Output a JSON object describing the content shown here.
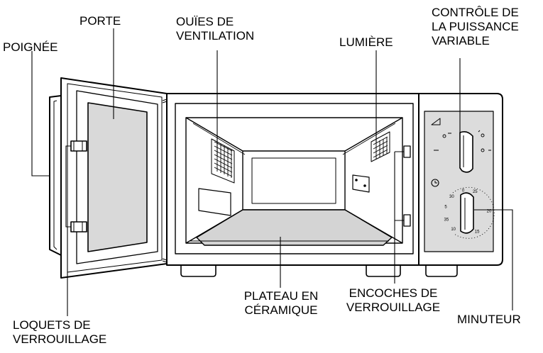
{
  "labels": {
    "porte": [
      "PORTE"
    ],
    "poignee": [
      "POIGNÉE"
    ],
    "ouies": [
      "OUÏES DE",
      "VENTILATION"
    ],
    "lumiere": [
      "LUMIÈRE"
    ],
    "controle": [
      "CONTRÔLE DE",
      "LA PUISSANCE",
      "VARIABLE"
    ],
    "plateau": [
      "PLATEAU EN",
      "CÉRAMIQUE"
    ],
    "encoches": [
      "ENCOCHES DE",
      "VERROUILLAGE"
    ],
    "minuteur": [
      "MINUTEUR"
    ],
    "loquets": [
      "LOQUETS DE",
      "VERROUILLAGE"
    ]
  },
  "timer_scale": [
    "35",
    "30",
    "25",
    "20",
    "15",
    "10",
    "5",
    "0"
  ],
  "colors": {
    "line": "#000000",
    "glass": "#d9d9d9",
    "tray": "#d4d4d4",
    "panel": "#dcdcdc"
  }
}
